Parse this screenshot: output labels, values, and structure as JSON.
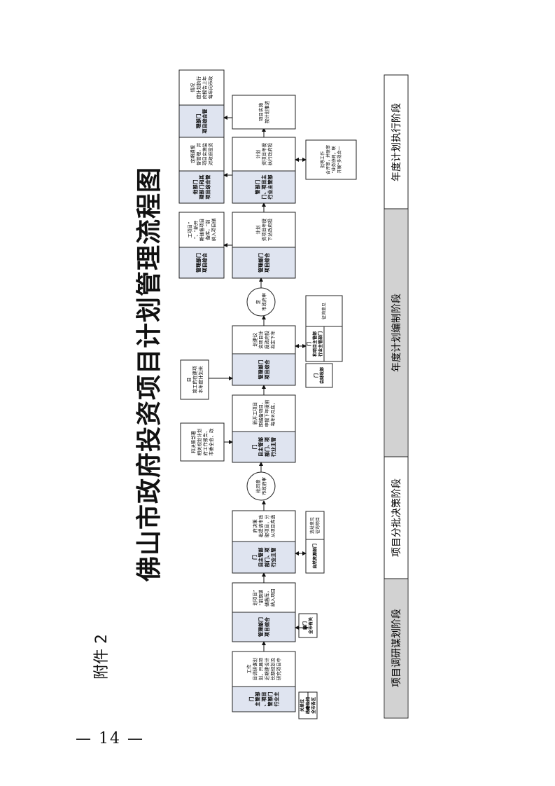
{
  "attachment_label": "附件 2",
  "page_number": "— 14 —",
  "title": "佛山市政府投资项目计划管理流程图",
  "phases": [
    {
      "label": "项目调研谋划阶段",
      "shaded": true
    },
    {
      "label": "项目分批决策阶段",
      "shaded": false
    },
    {
      "label": "年度计划编制阶段",
      "shaded": true
    },
    {
      "label": "年度计划执行阶段",
      "shaded": false
    }
  ],
  "diagram": {
    "node1_dept": "行业主管部门、项目主管部门",
    "node1_desc": "研究项目中长期规划及近期建设计划，开展项目调研谋划工作",
    "node1_side": "全市各区政府及相关单位",
    "node2_dept": "项目综合管理部门",
    "node2_desc": "纳入项目储备库，“前期谋划项目”",
    "node2_side": "全市有关部门",
    "node3_dept": "行业主管部门、项目主管部门",
    "node3_desc": "从项目库选取项目，分批提请市政府决策",
    "node3_side": "自然资源部门",
    "node3_side_note": "征询项目选址意见",
    "decision1": "市政府审批同意",
    "node4_dept": "行业主管部门、项目主管部门",
    "node4_desc": "每年8月底，申报下年度前期储备项目、新开工项目",
    "node4_top": "市委全会、政府工作报告、相关规划计划和决策部署",
    "node5_dept": "项目综合管理部门",
    "node5_desc": "拟定下年度政府投资项目计划建议",
    "node5_top": "本年度计划未竣工的在建项目",
    "node5_side_a": "会财政部门",
    "node5_side_b": "行业主管部门和项目主管部门",
    "node5_side_b_note": "征询意见",
    "decision2": "市政府审定",
    "node6_dept": "项目综合管理部门",
    "node6_desc": "下达政府投资项目年度计划",
    "node6_top": "纳入项目储备库，“前期储备项目”、“新开工项目”",
    "node7_dept": "行业主管部门、项目主管部门",
    "node7_desc": "执行政府投资项目年度计划",
    "node7_top_dept": "项目综合管理部门和其他部门",
    "node7_top_desc": "对政府投资项目实施监督管理，并定期通报",
    "node7_side_note": "开展“多规合一”业务协同，联合评审，并联审批等工作",
    "node8_desc": "按计划推进项目实施",
    "node8_top_dept": "项目综合管理部门",
    "node8_top_desc": "每年向市政府报告上年度计划执行情况"
  }
}
